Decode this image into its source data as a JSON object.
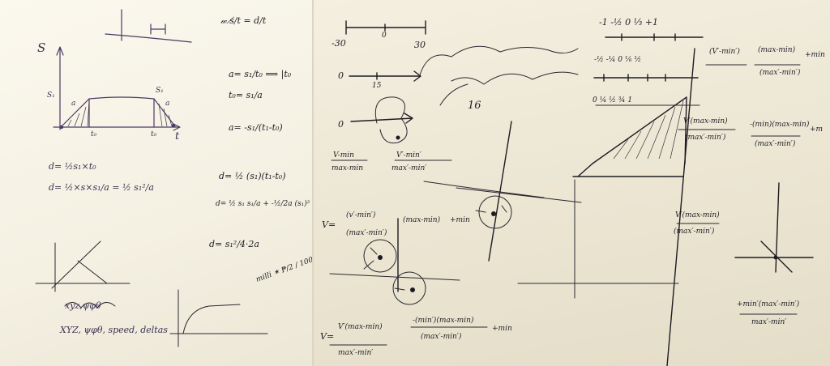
{
  "left_sheet": {
    "axis_s": "S",
    "label_s1_axis": "S₁",
    "label_s1_peak": "S₁",
    "label_a_left": "a",
    "label_a_right": "a",
    "label_t0": "t₀",
    "label_t0_right": "t₀",
    "label_t": "t",
    "eq_top": "𝓌 s̸/t = d/t",
    "eq_a1": "a= s₁/t₀ ⟹ |t₀",
    "eq_t0": "t₀= s₁/a",
    "eq_a2": "a= -s₁/(t₁-t₀)",
    "eq_d1": "d= ½s₁×t₀",
    "eq_d2": "d= ½×s×s₁/a = ½ s₁²/a",
    "eq_d3": "d= ½ (s₁)(t₁-t₀)",
    "eq_d4": "d= ½ s₁ s₁/a + -½/2a (s₁)²",
    "eq_d5": "d= s₁²/4·2a",
    "eq_milli": "milli ✶ ₱/2 / 100.0",
    "scribble": "xyz,ψφθ",
    "bottom_text": "XYZ, ψφθ, speed, deltas"
  },
  "right_sheet": {
    "tick_m30": "-30",
    "tick_0": "0",
    "tick_30": "30",
    "label_0_line": "0",
    "label_15": "15",
    "label_16": "16",
    "label_0_loop": "0",
    "frac_vmin": "V-min",
    "frac_maxmin": "max-min",
    "frac_vprime": "V′-min′",
    "frac_maxprime": "max′-min′",
    "v_eq_label": "V=",
    "v_eq_num": "(v′-min′)",
    "v_eq_den": "(max′-min′)",
    "v_eq_factor": "(max-min)",
    "v_eq_plus": "+min",
    "v_eq2_label": "V=",
    "v_eq2_num": "V′(max-min)",
    "v_eq2_den": "max′-min′",
    "v_eq2_part2_num": "-(min′)(max-min)",
    "v_eq2_part2_den": "(max′-min′)",
    "v_eq2_plus": "+min",
    "scale_top": "-1  -½   0   ⅓  +1",
    "scale_mid": "-½  -¼   0   ⅙   ½",
    "scale_lower": "0    ¼    ½    ¾    1",
    "frac_top_num": "(V′-min′)",
    "frac_top_mult": "(max-min)",
    "frac_top_den": "(max′-min′)",
    "frac_top_plus": "+min",
    "frac_mid_num": "V′(max-min)",
    "frac_mid_den": "(max′-min′)",
    "frac_right_num": "-(min)(max-min)",
    "frac_right_den": "(max′-min′)",
    "frac_right_plus": "+m",
    "frac_lower_num": "V′(max-min)",
    "frac_lower_den": "(max′-min′)",
    "frac_bottom_num": "+min′(max′-min′)",
    "frac_bottom_den": "max′-min′"
  }
}
